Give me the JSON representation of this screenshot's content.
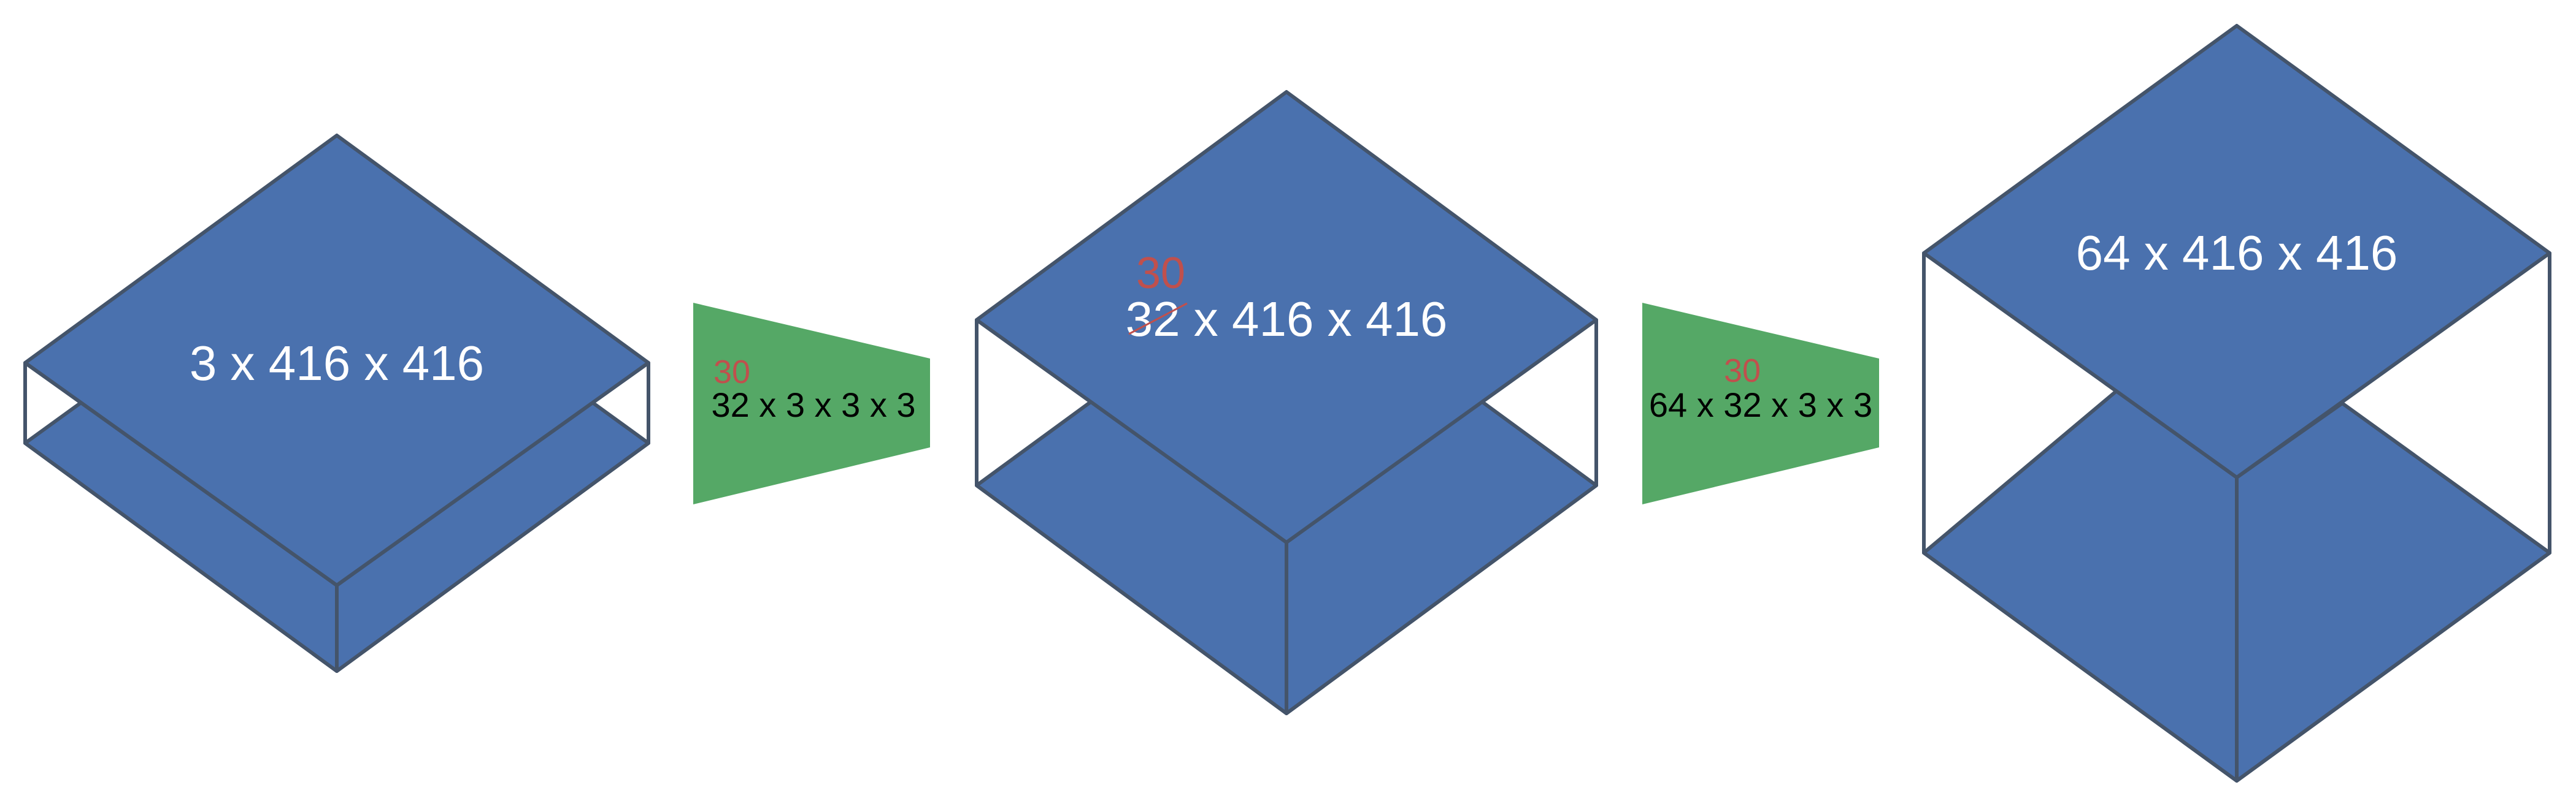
{
  "colors": {
    "tensor_fill": "#4a71ae",
    "tensor_stroke": "#44546a",
    "kernel_fill": "#55a866",
    "tensor_text": "#ffffff",
    "kernel_text": "#000000",
    "annotation": "#c0504d"
  },
  "tensors": [
    {
      "label": "3 x 416 x 416"
    },
    {
      "label": "32 x 416 x 416",
      "annotation": "30"
    },
    {
      "label": "64 x 416 x 416"
    }
  ],
  "kernels": [
    {
      "label": "32 x 3 x 3 x 3",
      "annotation": "30"
    },
    {
      "label": "64 x 32 x 3 x 3",
      "annotation": "30"
    }
  ]
}
